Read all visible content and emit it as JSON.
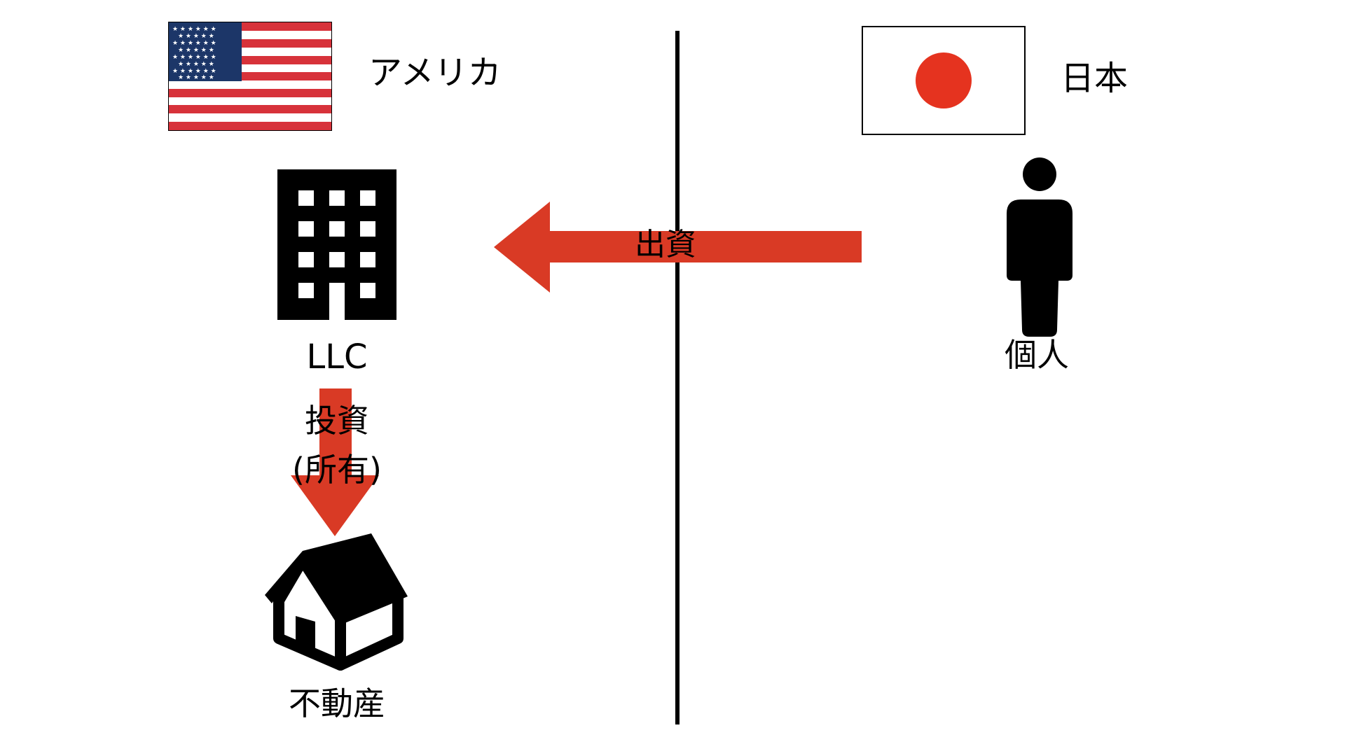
{
  "diagram": {
    "left_region": {
      "country_label": "アメリカ",
      "flag_icon": "us-flag-icon",
      "entity": {
        "label": "LLC",
        "icon": "office-building-icon"
      },
      "asset": {
        "label": "不動産",
        "icon": "house-icon"
      },
      "flow": {
        "label_line1": "投資",
        "label_line2": "(所有)",
        "direction": "down"
      }
    },
    "right_region": {
      "country_label": "日本",
      "flag_icon": "japan-flag-icon",
      "entity": {
        "label": "個人",
        "icon": "person-icon"
      }
    },
    "cross_border_flow": {
      "label": "出資",
      "direction": "right-to-left"
    },
    "colors": {
      "arrow": "#d93a25",
      "flag_red": "#d7323a",
      "flag_blue": "#1c3668",
      "japan_red": "#e5331f",
      "divider": "#000000"
    }
  }
}
